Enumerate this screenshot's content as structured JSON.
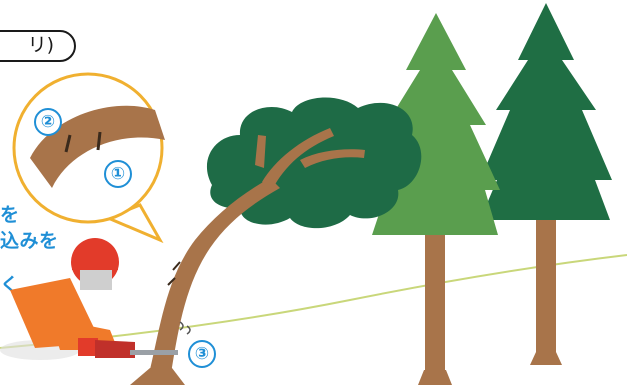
{
  "label_pill": "リ)",
  "side_text": {
    "line1": "を",
    "line2": "込みを",
    "line3": "く"
  },
  "markers": {
    "m1": "①",
    "m2": "②",
    "m3": "③"
  },
  "colors": {
    "trunk": "#a8744a",
    "dark_canopy": "#1e6b46",
    "light_tree": "#5a9e4e",
    "dark_tree": "#1f6e44",
    "callout_ring": "#f0b030",
    "accent_blue": "#1f8fd6",
    "helmet": "#e23b2a",
    "suit": "#f07a2a"
  }
}
